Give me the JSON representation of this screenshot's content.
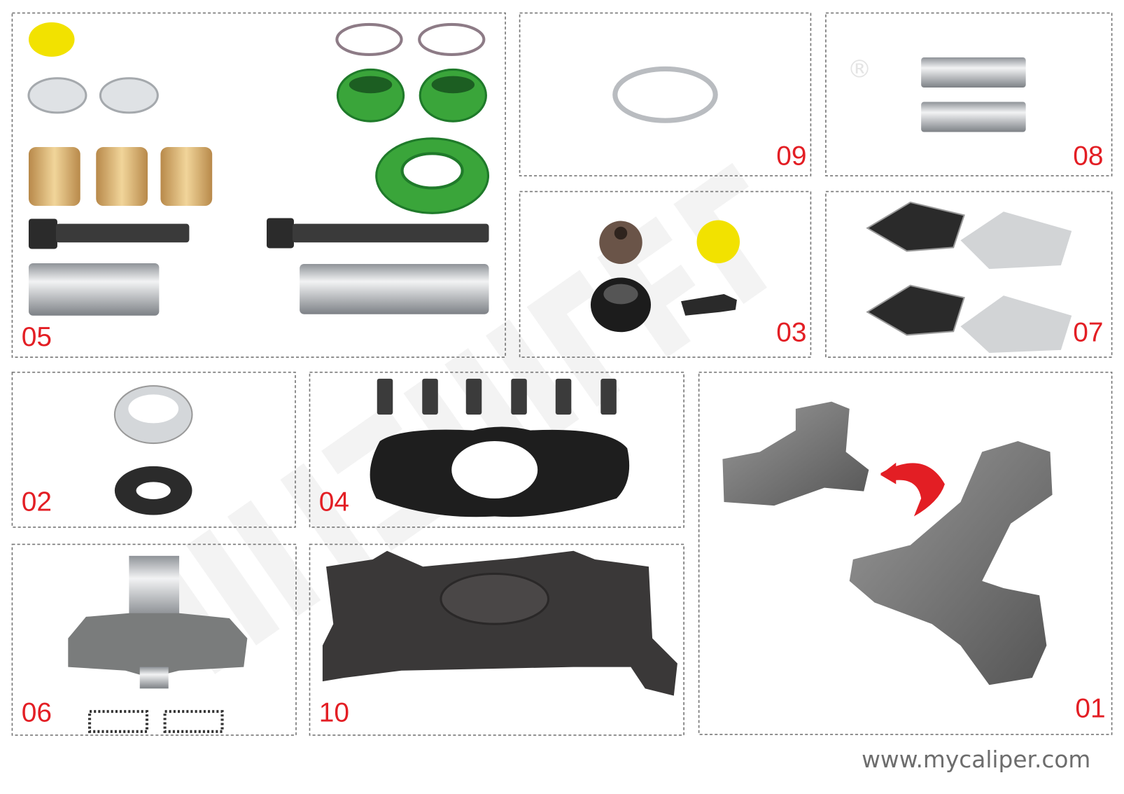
{
  "labels": {
    "kit05": "05",
    "kit09": "09",
    "kit08": "08",
    "kit03": "03",
    "kit07": "07",
    "kit02": "02",
    "kit04": "04",
    "kit01": "01",
    "kit06": "06",
    "kit10": "10"
  },
  "footer": {
    "website": "www.mycaliper.com"
  },
  "watermark": {
    "brand": "MYCALIPER",
    "registered": "®"
  },
  "colors": {
    "label": "#e31e24",
    "green_seal": "#3aa53a",
    "yellow_cap": "#f2e200",
    "brass": "#d9b26a",
    "steel": "#c9ccd0",
    "dark": "#2b2b2b",
    "cast": "#6f6f6f",
    "arrow": "#e31e24"
  }
}
